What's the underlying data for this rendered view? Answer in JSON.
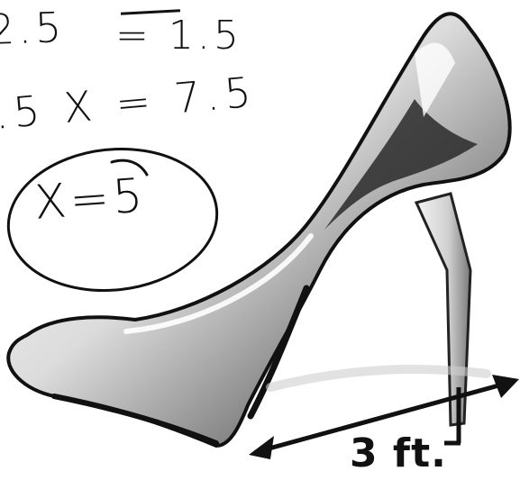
{
  "worksheet": {
    "equation_line_1_left": "2.5",
    "equation_line_1_right": "= 1.5",
    "equation_line_2": ".5 X = 7.5",
    "answer": "X=5"
  },
  "figure": {
    "icon": "high-heel-shoe-icon",
    "dimension_label": "3 ft."
  }
}
